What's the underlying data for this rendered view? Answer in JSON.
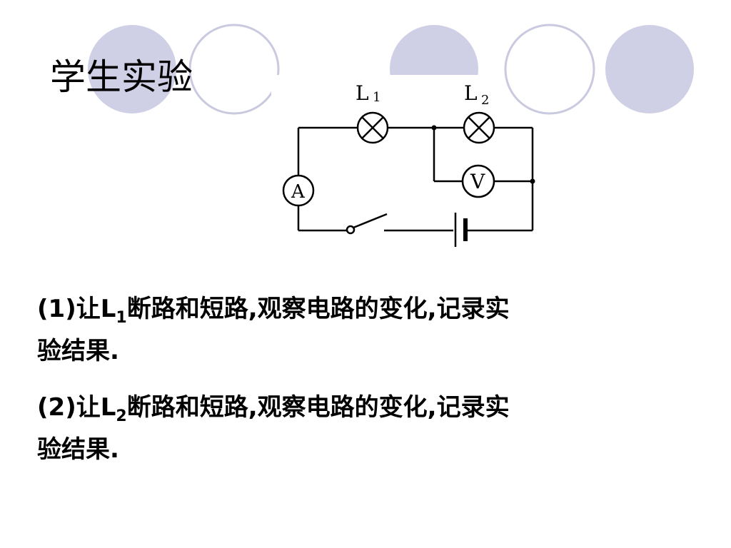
{
  "title": "学生实验",
  "circuit": {
    "lamp1_label": "L",
    "lamp1_sub": "1",
    "lamp2_label": "L",
    "lamp2_sub": "2",
    "ammeter_label": "A",
    "voltmeter_label": "V"
  },
  "items": [
    {
      "prefix": "(1)让",
      "lamp": "L",
      "sub": "1",
      "text_line1": "断路和短路,观察电路的变化,记录实",
      "text_line2": "验结果."
    },
    {
      "prefix": "(2)让",
      "lamp": "L",
      "sub": "2",
      "text_line1": "断路和短路,观察电路的变化,记录实",
      "text_line2": "验结果."
    }
  ],
  "colors": {
    "circle_fill": "#cfcfe6",
    "circle_stroke": "#c9c9e0",
    "text": "#000000"
  }
}
